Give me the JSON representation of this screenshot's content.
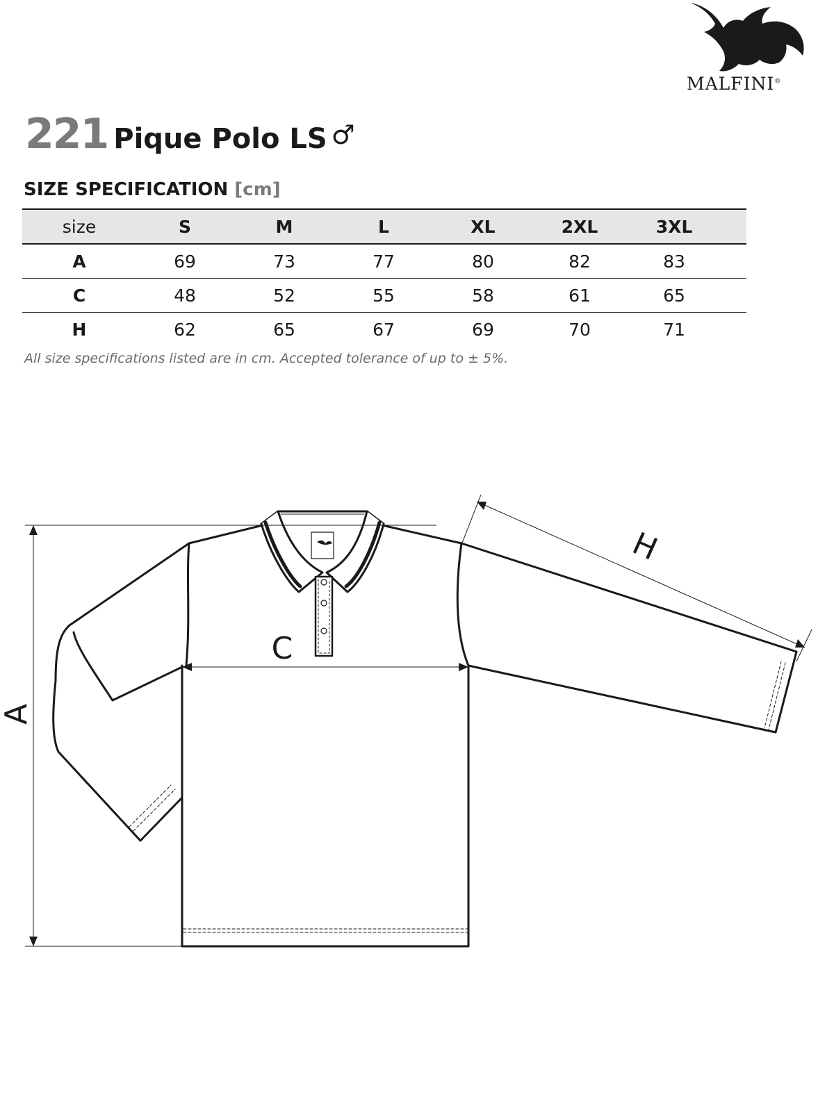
{
  "brand": {
    "name": "MALFINI",
    "registered": "®"
  },
  "product": {
    "model_number": "221",
    "name": "Pique Polo LS",
    "gender_symbol": "♂"
  },
  "spec": {
    "heading": "SIZE SPECIFICATION",
    "unit": "[cm]"
  },
  "table": {
    "columns": [
      "size",
      "S",
      "M",
      "L",
      "XL",
      "2XL",
      "3XL"
    ],
    "rows": [
      {
        "label": "A",
        "values": [
          "69",
          "73",
          "77",
          "80",
          "82",
          "83"
        ]
      },
      {
        "label": "C",
        "values": [
          "48",
          "52",
          "55",
          "58",
          "61",
          "65"
        ]
      },
      {
        "label": "H",
        "values": [
          "62",
          "65",
          "67",
          "69",
          "70",
          "71"
        ]
      }
    ]
  },
  "note": "All size specifications listed are in cm. Accepted tolerance of up to ± 5%.",
  "diagram": {
    "label_a": "A",
    "label_c": "C",
    "label_h": "H"
  }
}
